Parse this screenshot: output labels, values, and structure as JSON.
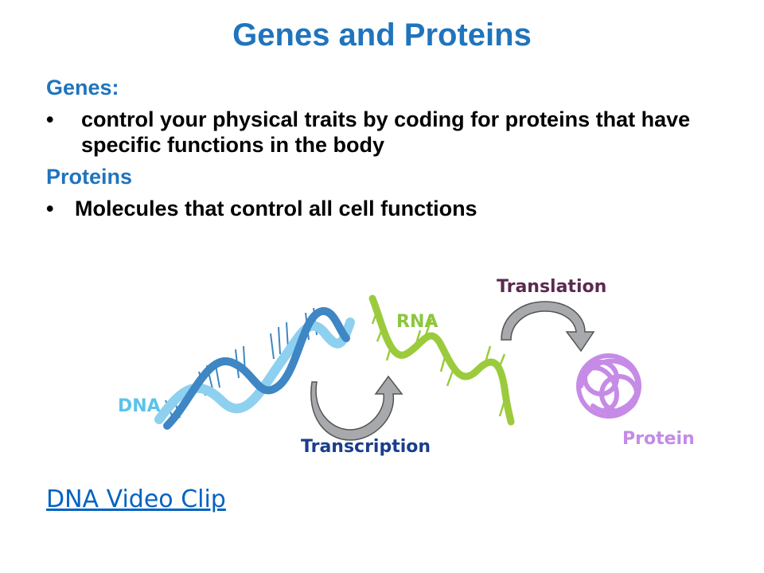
{
  "slide": {
    "title": "Genes and Proteins"
  },
  "genes": {
    "heading": "Genes:",
    "bullet": "control your physical traits by coding for proteins that have specific functions in the body"
  },
  "proteins": {
    "heading": "Proteins",
    "bullet": "Molecules that control all cell functions"
  },
  "diagram": {
    "labels": {
      "dna": "DNA",
      "rna": "RNA",
      "translation": "Translation",
      "transcription": "Transcription",
      "protein": "Protein"
    },
    "colors": {
      "dna_light": "#8ED0EF",
      "dna_dark": "#3E86C4",
      "rna": "#9BCB3C",
      "arrow": "#A7A9AC",
      "protein": "#C68BE6",
      "translation_text": "#5B2A4E",
      "transcription_text": "#1A3E8C",
      "dna_text": "#5BC3EA",
      "rna_text": "#8CC63F",
      "protein_text": "#C38BE6"
    }
  },
  "link": {
    "label": "DNA Video Clip"
  }
}
